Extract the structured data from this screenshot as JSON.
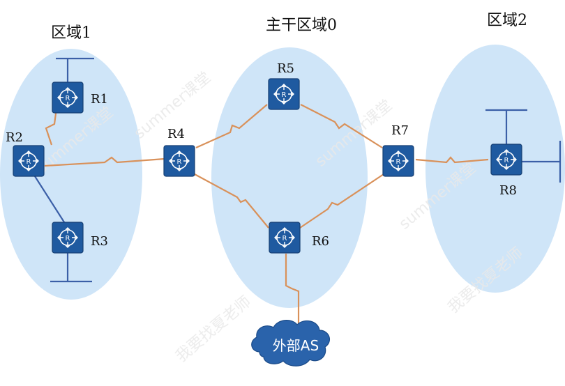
{
  "areas": {
    "area1": "区域1",
    "backbone": "主干区域0",
    "area2": "区域2"
  },
  "routers": {
    "r1": "R1",
    "r2": "R2",
    "r3": "R3",
    "r4": "R4",
    "r5": "R5",
    "r6": "R6",
    "r7": "R7",
    "r8": "R8"
  },
  "external": {
    "label": "外部AS"
  },
  "watermark": {
    "text": "summer课堂",
    "text2": "我要找夏老师"
  },
  "colors": {
    "area_fill": "#cfe5f8",
    "router_fill": "#1f5aa0",
    "serial_link": "#d9915a",
    "ethernet_link": "#3b5fa7",
    "cloud_fill": "#2a63ab"
  }
}
